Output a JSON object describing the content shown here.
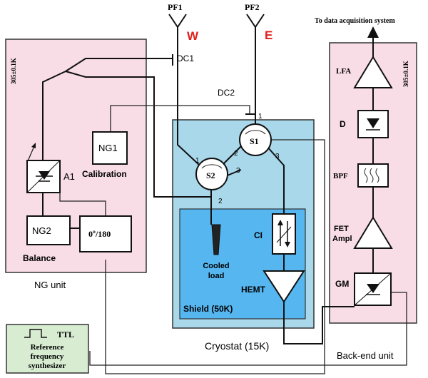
{
  "labels": {
    "pf1": "PF1",
    "pf2": "PF2",
    "w": "W",
    "e": "E",
    "to_daq": "To data acquisition system",
    "dc1": "DC1",
    "dc2": "DC2",
    "temp_left": "305±0.1K",
    "temp_right": "305±0.1K",
    "ng1": "NG1",
    "calibration": "Calibration",
    "a1": "A1",
    "ng2": "NG2",
    "phase": "0º/180",
    "balance": "Balance",
    "ng_unit": "NG unit",
    "s1": "S1",
    "s2": "S2",
    "port_s1_1": "1",
    "port_s1_2": "2",
    "port_s1_3": "3",
    "port_s2_1": "1",
    "port_s2_2": "2",
    "port_s2_3": "3",
    "cooled_load_1": "Cooled",
    "cooled_load_2": "load",
    "ci": "CI",
    "hemt": "HEMT",
    "shield": "Shield (50K)",
    "cryostat": "Cryostat (15K)",
    "lfa": "LFA",
    "d": "D",
    "bpf": "BPF",
    "fet_1": "FET",
    "fet_2": "Ampl",
    "gm": "GM",
    "backend": "Back-end unit",
    "ttl": "TTL",
    "ref_1": "Reference",
    "ref_2": "frequency",
    "ref_3": "synthesizer"
  },
  "colors": {
    "unit_fill": "#f8dde6",
    "cryostat_fill": "#a9d8ea",
    "shield_fill": "#56b6f0",
    "synth_fill": "#d8ecd2",
    "accent_red": "#e0201c",
    "box_fill": "#ffffff"
  }
}
